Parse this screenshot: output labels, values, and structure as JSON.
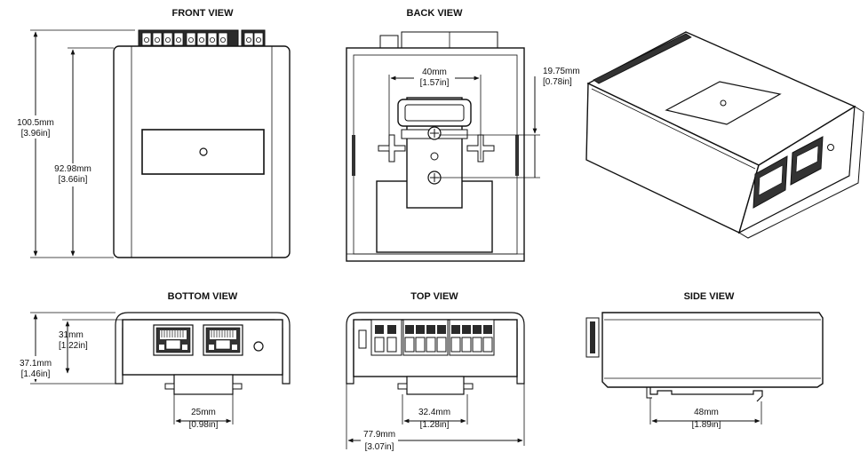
{
  "views": {
    "front": {
      "title": "FRONT VIEW",
      "height_mm": "100.5mm",
      "height_in": "[3.96in]",
      "inner_height_mm": "92.98mm",
      "inner_height_in": "[3.66in]"
    },
    "back": {
      "title": "BACK VIEW",
      "width_mm": "40mm",
      "width_in": "[1.57in]",
      "offset_mm": "19.75mm",
      "offset_in": "[0.78in]"
    },
    "bottom": {
      "title": "BOTTOM VIEW",
      "height_mm": "31mm",
      "height_in": "[1.22in]",
      "total_height_mm": "37.1mm",
      "total_height_in": "[1.46in]",
      "width_mm": "25mm",
      "width_in": "[0.98in]"
    },
    "top": {
      "title": "TOP VIEW",
      "inner_width_mm": "32.4mm",
      "inner_width_in": "[1.28in]",
      "width_mm": "77.9mm",
      "width_in": "[3.07in]"
    },
    "side": {
      "title": "SIDE VIEW",
      "width_mm": "48mm",
      "width_in": "[1.89in]"
    }
  }
}
